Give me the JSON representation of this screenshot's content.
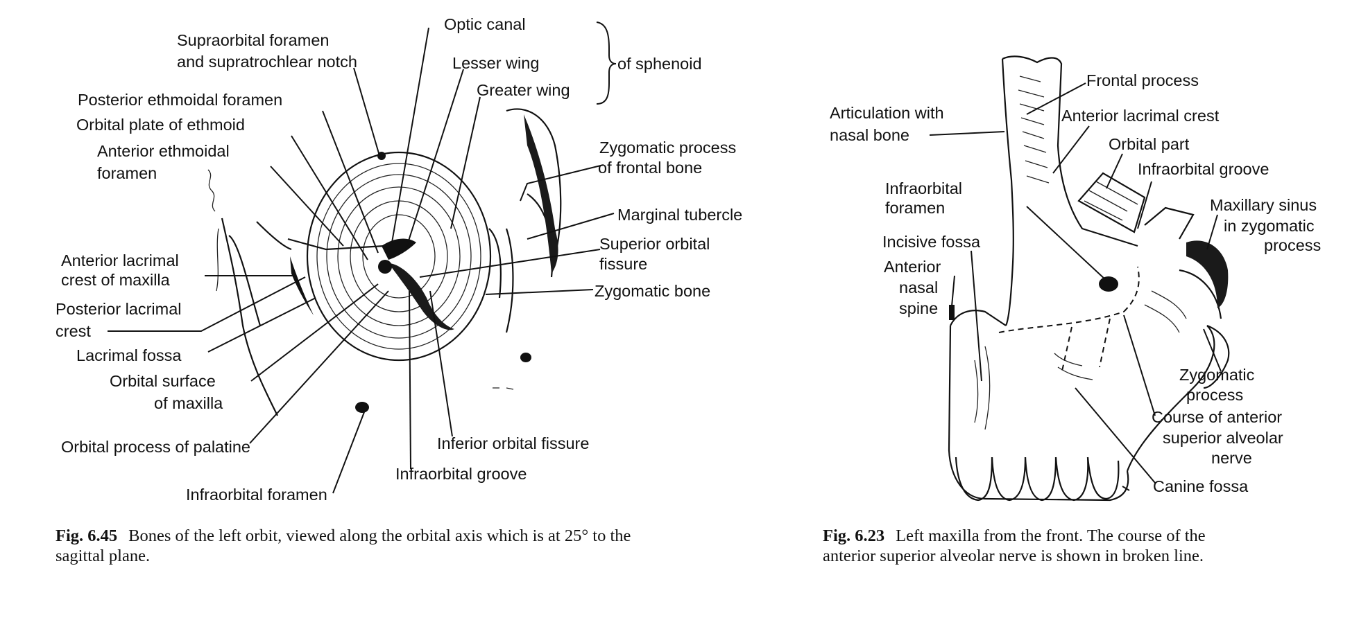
{
  "figure_left": {
    "labels": {
      "supraorbital_1": "Supraorbital foramen",
      "supraorbital_2": "and supratrochlear notch",
      "optic_canal": "Optic canal",
      "lesser_wing": "Lesser wing",
      "greater_wing": "Greater wing",
      "of_sphenoid": "of sphenoid",
      "posterior_ethmoidal_foramen": "Posterior ethmoidal foramen",
      "orbital_plate_ethmoid": "Orbital plate of ethmoid",
      "anterior_ethmoidal_1": "Anterior ethmoidal",
      "anterior_ethmoidal_2": "foramen",
      "zygomatic_process_frontal_1": "Zygomatic process",
      "zygomatic_process_frontal_2": "of frontal bone",
      "marginal_tubercle": "Marginal tubercle",
      "superior_orbital_1": "Superior orbital",
      "superior_orbital_2": "fissure",
      "zygomatic_bone": "Zygomatic bone",
      "ant_lacrimal_crest_1": "Anterior lacrimal",
      "ant_lacrimal_crest_2": "crest of maxilla",
      "post_lacrimal_crest_1": "Posterior lacrimal",
      "post_lacrimal_crest_2": "crest",
      "lacrimal_fossa": "Lacrimal fossa",
      "orbital_surface_1": "Orbital surface",
      "orbital_surface_2": "of maxilla",
      "orbital_process_palatine": "Orbital process of palatine",
      "inferior_orbital_fissure": "Inferior orbital fissure",
      "infraorbital_groove": "Infraorbital groove",
      "infraorbital_foramen": "Infraorbital foramen"
    },
    "caption_num": "Fig. 6.45",
    "caption_text_1": "Bones of the left orbit, viewed along the orbital axis which is at 25° to the",
    "caption_text_2": "sagittal plane."
  },
  "figure_right": {
    "labels": {
      "frontal_process": "Frontal process",
      "articulation_1": "Articulation with",
      "articulation_2": "nasal bone",
      "ant_lacrimal_crest": "Anterior lacrimal crest",
      "orbital_part": "Orbital part",
      "infraorbital_groove": "Infraorbital groove",
      "infraorbital_foramen_1": "Infraorbital",
      "infraorbital_foramen_2": "foramen",
      "maxillary_sinus_1": "Maxillary sinus",
      "maxillary_sinus_2": "in zygomatic",
      "maxillary_sinus_3": "process",
      "incisive_fossa": "Incisive fossa",
      "anterior_nasal_1": "Anterior",
      "anterior_nasal_2": "nasal",
      "anterior_nasal_3": "spine",
      "zygomatic_process_1": "Zygomatic",
      "zygomatic_process_2": "process",
      "course_1": "Course of anterior",
      "course_2": "superior alveolar",
      "course_3": "nerve",
      "canine_fossa": "Canine fossa"
    },
    "caption_num": "Fig. 6.23",
    "caption_text_1": "Left maxilla from the front. The course of the",
    "caption_text_2": "anterior superior alveolar nerve is shown in broken line."
  }
}
